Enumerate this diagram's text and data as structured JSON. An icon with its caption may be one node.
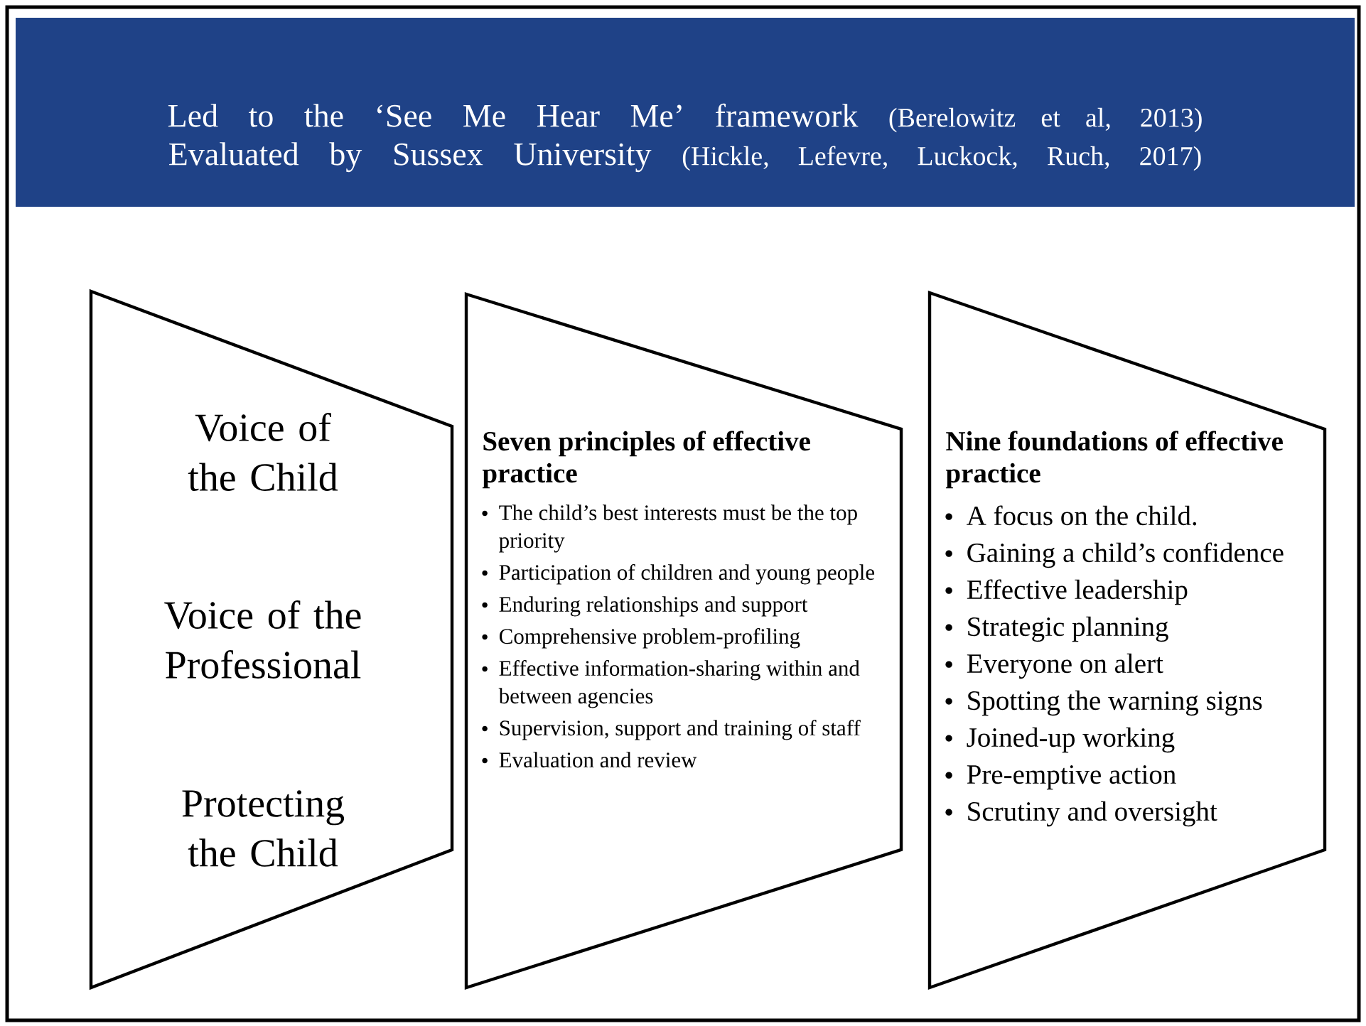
{
  "diagram": {
    "nodes": [
      {
        "text": [
          "Led to the ‘See Me Hear Me’ framework",
          "(Berelowitz et al, 2013)",
          "Evaluated by Sussex University",
          "(Hickle, Lefevre, Luckock, Ruch, 2017)"
        ]
      },
      {
        "text": [
          "Voice of the Child",
          "Voice of the Professional",
          "Protecting the Child"
        ]
      },
      {
        "text": [
          "Seven principles of effective practice",
          "The child’s best interests must be the top priority",
          "Participation of children and young people",
          "Enduring relationships and support",
          "Comprehensive problem-profiling",
          "Effective information-sharing within and between agencies",
          "Supervision, support and training of staff",
          "Evaluation and review"
        ]
      },
      {
        "text": [
          "Nine foundations of effective practice",
          "A focus on the child.",
          "Gaining a child’s confidence",
          "Effective leadership",
          "Strategic planning",
          "Everyone on alert",
          "Spotting the warning signs",
          "Joined-up working",
          "Pre-emptive action",
          "Scrutiny and oversight"
        ]
      }
    ]
  }
}
